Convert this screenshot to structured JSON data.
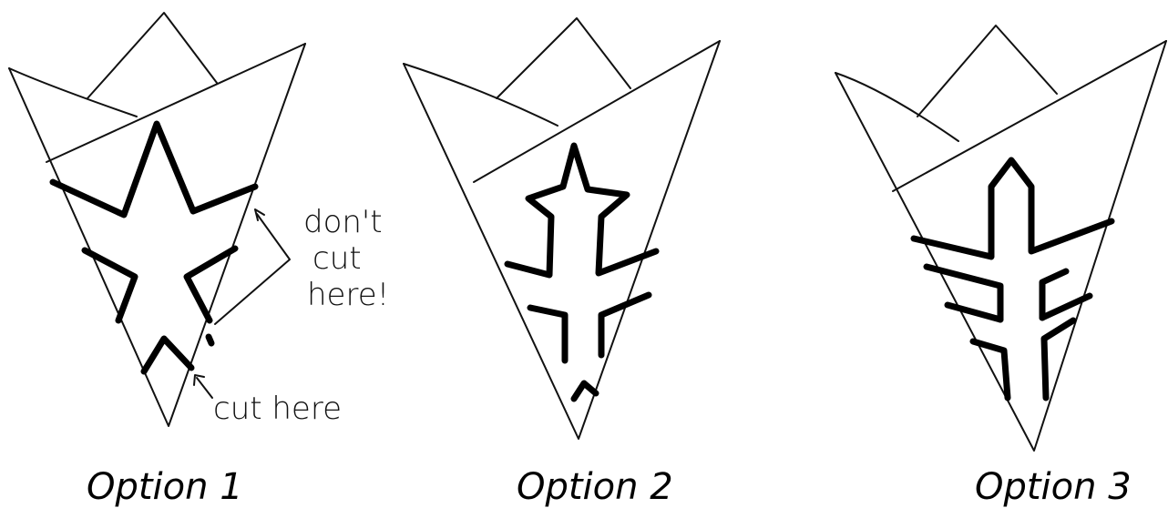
{
  "options": [
    {
      "id": "option-1",
      "caption": "Option 1"
    },
    {
      "id": "option-2",
      "caption": "Option 2"
    },
    {
      "id": "option-3",
      "caption": "Option 3"
    }
  ],
  "annotations": {
    "dont_cut_line1": "don't",
    "dont_cut_line2": "cut",
    "dont_cut_line3": "here!",
    "cut_here": "cut here"
  }
}
